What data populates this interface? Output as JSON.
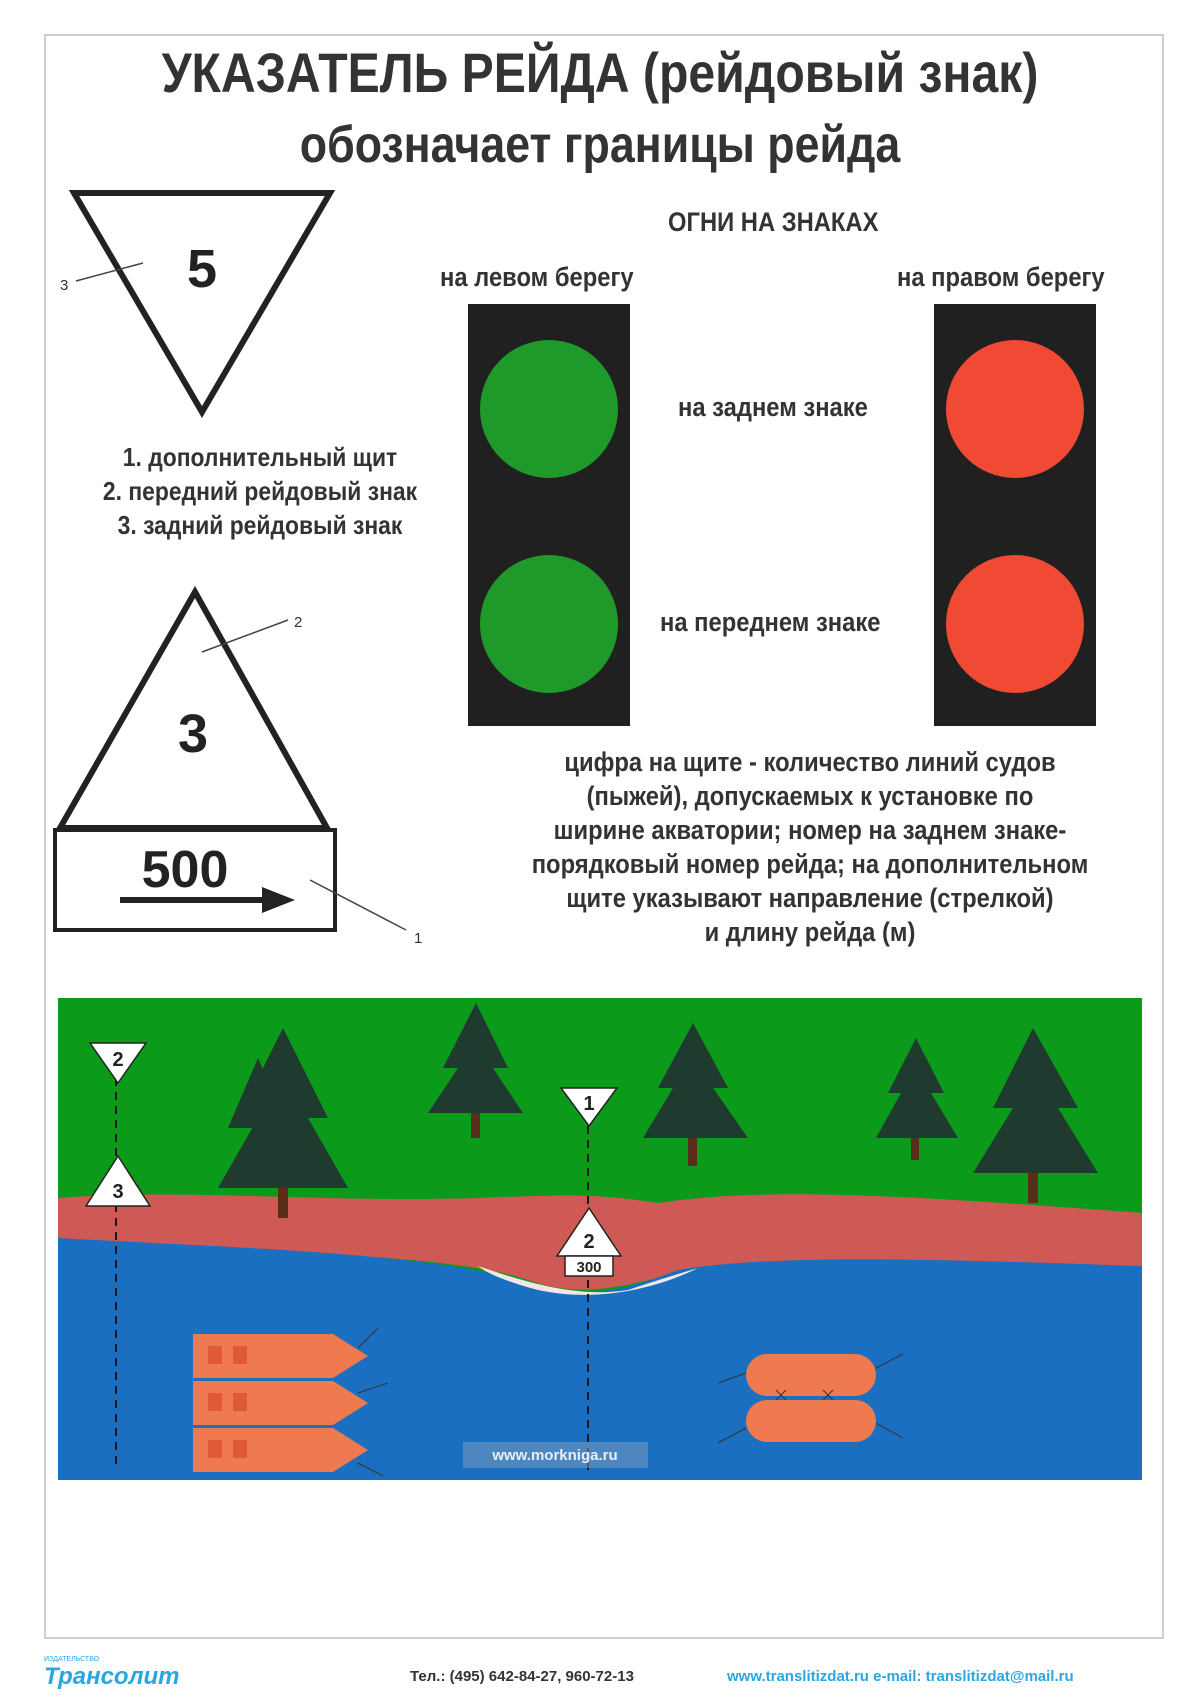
{
  "title": {
    "line1": "УКАЗАТЕЛЬ РЕЙДА (рейдовый знак)",
    "line2": "обозначает границы рейда"
  },
  "signs": {
    "rear_sign_number": "5",
    "rear_callout": "3",
    "front_sign_number": "3",
    "front_callout": "2",
    "plate_value": "500",
    "plate_callout": "1"
  },
  "legend": {
    "items": [
      "1. дополнительный щит",
      "2. передний рейдовый знак",
      "3. задний рейдовый знак"
    ]
  },
  "lights": {
    "heading": "ОГНИ НА ЗНАКАХ",
    "left_bank": "на левом берегу",
    "right_bank": "на правом берегу",
    "rear_label": "на заднем знаке",
    "front_label": "на переднем знаке",
    "left_color": "#1f9a2a",
    "right_color": "#f04a35"
  },
  "description": {
    "lines": [
      "цифра на щите - количество линий судов",
      "(пыжей), допускаемых к установке по",
      "ширине акватории; номер на заднем знаке-",
      "порядковый номер рейда; на дополнительном",
      "щите указывают направление (стрелкой)",
      "и длину рейда (м)"
    ]
  },
  "scene": {
    "left_rear_number": "2",
    "left_front_number": "3",
    "center_rear_number": "1",
    "center_front_number": "2",
    "center_plate": "300",
    "watermark": "www.morkniga.ru",
    "colors": {
      "forest": "#0c9a1a",
      "bank": "#cf5a55",
      "water": "#1a6fc0",
      "barge": "#f07a50"
    }
  },
  "footer": {
    "publisher_small": "ИЗДАТЕЛЬСТВО",
    "publisher": "Трансолит",
    "tel": "Тел.: (495) 642-84-27, 960-72-13",
    "web": "www.translitizdat.ru    e-mail: translitizdat@mail.ru"
  }
}
